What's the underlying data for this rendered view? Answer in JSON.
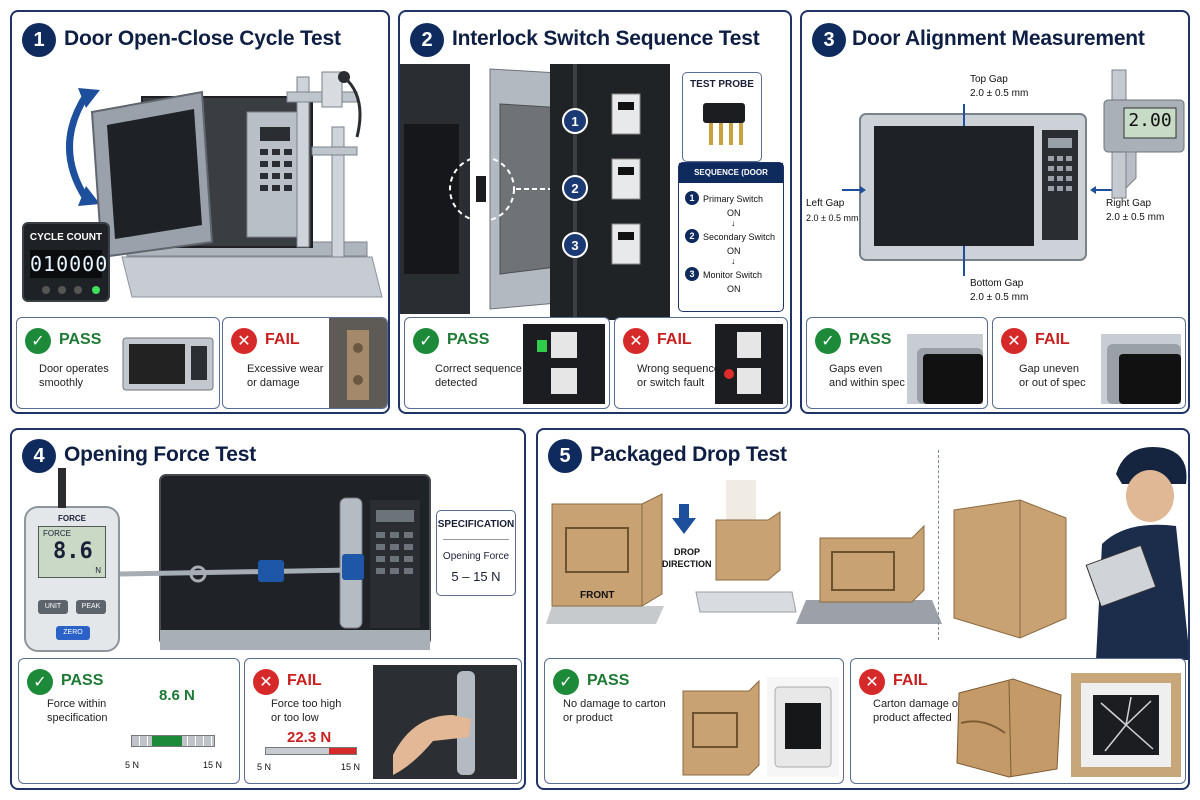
{
  "colors": {
    "navy": "#0f2a5c",
    "pass": "#1d8a3a",
    "fail": "#d62a2a",
    "steel": "#b8bec6"
  },
  "icons": {
    "pass": "check-icon",
    "fail": "x-icon"
  },
  "p1": {
    "num": "1",
    "title": "Door Open-Close Cycle Test",
    "counter_label": "CYCLE COUNT",
    "counter_value": "010000",
    "pass_label": "PASS",
    "pass_desc_1": "Door operates",
    "pass_desc_2": "smoothly",
    "fail_label": "FAIL",
    "fail_desc_1": "Excessive wear",
    "fail_desc_2": "or damage"
  },
  "p2": {
    "num": "2",
    "title": "Interlock Switch Sequence Test",
    "probe_label": "TEST PROBE",
    "seq_title": "SEQUENCE (DOOR CLOSED)",
    "steps": [
      {
        "n": "1",
        "name": "Primary Switch",
        "state": "ON"
      },
      {
        "n": "2",
        "name": "Secondary Switch",
        "state": "ON"
      },
      {
        "n": "3",
        "name": "Monitor Switch",
        "state": "ON"
      }
    ],
    "callouts": [
      "1",
      "2",
      "3"
    ],
    "pass_label": "PASS",
    "pass_desc_1": "Correct sequence",
    "pass_desc_2": "detected",
    "fail_label": "FAIL",
    "fail_desc_1": "Wrong sequence",
    "fail_desc_2": "or switch fault"
  },
  "p3": {
    "num": "3",
    "title": "Door Alignment Measurement",
    "top_gap": "Top Gap",
    "top_val": "2.0 ± 0.5 mm",
    "left_gap": "Left Gap",
    "left_val": "2.0 ± 0.5 mm",
    "right_gap": "Right Gap",
    "right_val": "2.0 ± 0.5 mm",
    "bottom_gap": "Bottom Gap",
    "bottom_val": "2.0 ± 0.5 mm",
    "caliper_value": "2.00",
    "pass_label": "PASS",
    "pass_desc_1": "Gaps even",
    "pass_desc_2": "and within spec",
    "fail_label": "FAIL",
    "fail_desc_1": "Gap uneven",
    "fail_desc_2": "or out of spec"
  },
  "p4": {
    "num": "4",
    "title": "Opening Force Test",
    "gauge_label": "FORCE",
    "gauge_screen_label": "FORCE",
    "gauge_value": "8.6",
    "gauge_unit": "N",
    "btn_unit": "UNIT",
    "btn_peak": "PEAK",
    "btn_zero": "ZERO",
    "spec_title": "SPECIFICATION",
    "spec_name": "Opening Force",
    "spec_range": "5 – 15 N",
    "pass_label": "PASS",
    "pass_desc_1": "Force within",
    "pass_desc_2": "specification",
    "pass_value": "8.6 N",
    "pass_min": "5 N",
    "pass_max": "15 N",
    "pass_fill": 0.36,
    "fail_label": "FAIL",
    "fail_desc_1": "Force too high",
    "fail_desc_2": "or too low",
    "fail_value": "22.3 N",
    "fail_min": "5 N",
    "fail_max": "15 N"
  },
  "p5": {
    "num": "5",
    "title": "Packaged Drop Test",
    "front_label": "FRONT",
    "drop_label_1": "DROP",
    "drop_label_2": "DIRECTION",
    "pass_label": "PASS",
    "pass_desc_1": "No damage to carton",
    "pass_desc_2": "or product",
    "fail_label": "FAIL",
    "fail_desc_1": "Carton damage or",
    "fail_desc_2": "product affected"
  }
}
